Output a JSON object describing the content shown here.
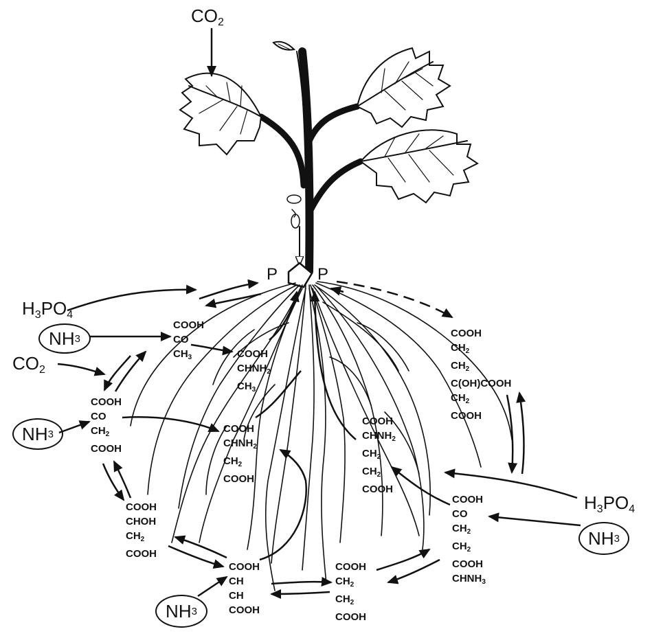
{
  "labels": {
    "co2_top": {
      "base": "CO",
      "sub": "2"
    },
    "co2_left": {
      "base": "CO",
      "sub": "2"
    },
    "h3po4_left": {
      "pre": "H",
      "sub1": "3",
      "mid": "PO",
      "sub2": "4"
    },
    "h3po4_right": {
      "pre": "H",
      "sub1": "3",
      "mid": "PO",
      "sub2": "4"
    },
    "nh3_1": {
      "base": "NH",
      "sub": "3"
    },
    "nh3_2": {
      "base": "NH",
      "sub": "3"
    },
    "nh3_3": {
      "base": "NH",
      "sub": "3"
    },
    "nh3_4": {
      "base": "NH",
      "sub": "3"
    },
    "p_left": "P",
    "p_right": "P"
  },
  "molecules": {
    "pyruvate": [
      "COOH",
      "CO",
      "CH3"
    ],
    "alanine": [
      "COOH",
      "CHNH2",
      "CH3"
    ],
    "oxaloacetate": [
      "COOH",
      "CO",
      "CH2",
      "COOH"
    ],
    "aspartate": [
      "COOH",
      "CHNH2",
      "CH2",
      "COOH"
    ],
    "malate": [
      "COOH",
      "CHOH",
      "CH2",
      "COOH"
    ],
    "fumarate": [
      "COOH",
      "CH",
      "CH",
      "COOH"
    ],
    "succinate": [
      "COOH",
      "CH2",
      "CH2",
      "COOH"
    ],
    "citrate": [
      "COOH",
      "CH2",
      "CH2",
      "C(OH)COOH",
      "CH2",
      "COOH"
    ],
    "glutamate_right": [
      "COOH",
      "CHNH2",
      "CH2",
      "CH2",
      "COOH"
    ],
    "ketoglutaramate": [
      "COOH",
      "CO",
      "CH2",
      "CH2",
      "COOH",
      "CHNH3"
    ]
  },
  "colors": {
    "ink": "#111111",
    "background": "#ffffff"
  }
}
